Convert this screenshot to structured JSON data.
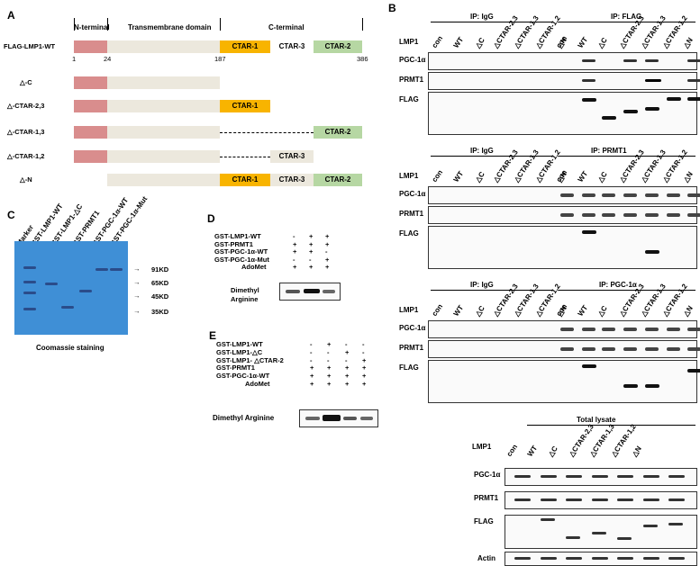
{
  "panels": {
    "a": "A",
    "b": "B",
    "c": "C",
    "d": "D",
    "e": "E"
  },
  "panel_a": {
    "domains": {
      "n": "N-terminal",
      "tm": "Transmembrane domain",
      "c": "C-terminal"
    },
    "positions": [
      "1",
      "24",
      "187",
      "386"
    ],
    "constructs": [
      "FLAG-LMP1-WT",
      "△-C",
      "△-CTAR-2,3",
      "△-CTAR-1,3",
      "△-CTAR-1,2",
      "△-N"
    ],
    "ctar": {
      "c1": "CTAR-1",
      "c2": "CTAR-2",
      "c3": "CTAR-3"
    }
  },
  "panel_b": {
    "lmp1_label": "LMP1",
    "lanes": [
      "con",
      "WT",
      "△C",
      "△CTAR-2,3",
      "△CTAR-1,3",
      "△CTAR-1,2",
      "△N"
    ],
    "blocks": [
      {
        "ip_left": "IP: IgG",
        "ip_right": "IP: FLAG",
        "rows": [
          "PGC-1α",
          "PRMT1",
          "FLAG"
        ]
      },
      {
        "ip_left": "IP: IgG",
        "ip_right": "IP: PRMT1",
        "rows": [
          "PGC-1α",
          "PRMT1",
          "FLAG"
        ]
      },
      {
        "ip_left": "IP: IgG",
        "ip_right": "IP:  PGC-1α",
        "rows": [
          "PGC-1α",
          "PRMT1",
          "FLAG"
        ]
      }
    ],
    "lysate": {
      "title": "Total lysate",
      "rows": [
        "PGC-1α",
        "PRMT1",
        "FLAG",
        "Actin"
      ]
    }
  },
  "panel_c": {
    "lanes": [
      "Marker",
      "GST-LMP1-WT",
      "GST-LMP1-△C",
      "GST-PRMT1",
      "GST-PGC-1α-WT",
      "GST-PGC-1α-Mut"
    ],
    "markers": [
      "91KD",
      "65KD",
      "45KD",
      "35KD"
    ],
    "caption": "Coomassie staining"
  },
  "panel_d": {
    "rows": [
      {
        "label": "GST-LMP1-WT",
        "signs": [
          "-",
          "+",
          "+"
        ]
      },
      {
        "label": "GST-PRMT1",
        "signs": [
          "+",
          "+",
          "+"
        ]
      },
      {
        "label": "GST-PGC-1α-WT",
        "signs": [
          "+",
          "+",
          "-"
        ]
      },
      {
        "label": "GST-PGC-1α-Mut",
        "signs": [
          "-",
          "-",
          "+"
        ]
      },
      {
        "label": "AdoMet",
        "signs": [
          "+",
          "+",
          "+"
        ]
      }
    ],
    "blot_label_1": "Dimethyl",
    "blot_label_2": "Arginine"
  },
  "panel_e": {
    "rows": [
      {
        "label": "GST-LMP1-WT",
        "signs": [
          "-",
          "+",
          "-",
          "-"
        ]
      },
      {
        "label": "GST-LMP1-△C",
        "signs": [
          "-",
          "-",
          "+",
          "-"
        ]
      },
      {
        "label": "GST-LMP1- △CTAR-2",
        "signs": [
          "-",
          "-",
          "-",
          "+"
        ]
      },
      {
        "label": "GST-PRMT1",
        "signs": [
          "+",
          "+",
          "+",
          "+"
        ]
      },
      {
        "label": "GST-PGC-1α-WT",
        "signs": [
          "+",
          "+",
          "+",
          "+"
        ]
      },
      {
        "label": "AdoMet",
        "signs": [
          "+",
          "+",
          "+",
          "+"
        ]
      }
    ],
    "blot_label": "Dimethyl Arginine"
  },
  "colors": {
    "n_terminal": "#d98d8d",
    "tm": "#ece8dd",
    "ctar1": "#f8b400",
    "ctar2": "#b6d7a3",
    "gel": "#3f8fd6"
  }
}
